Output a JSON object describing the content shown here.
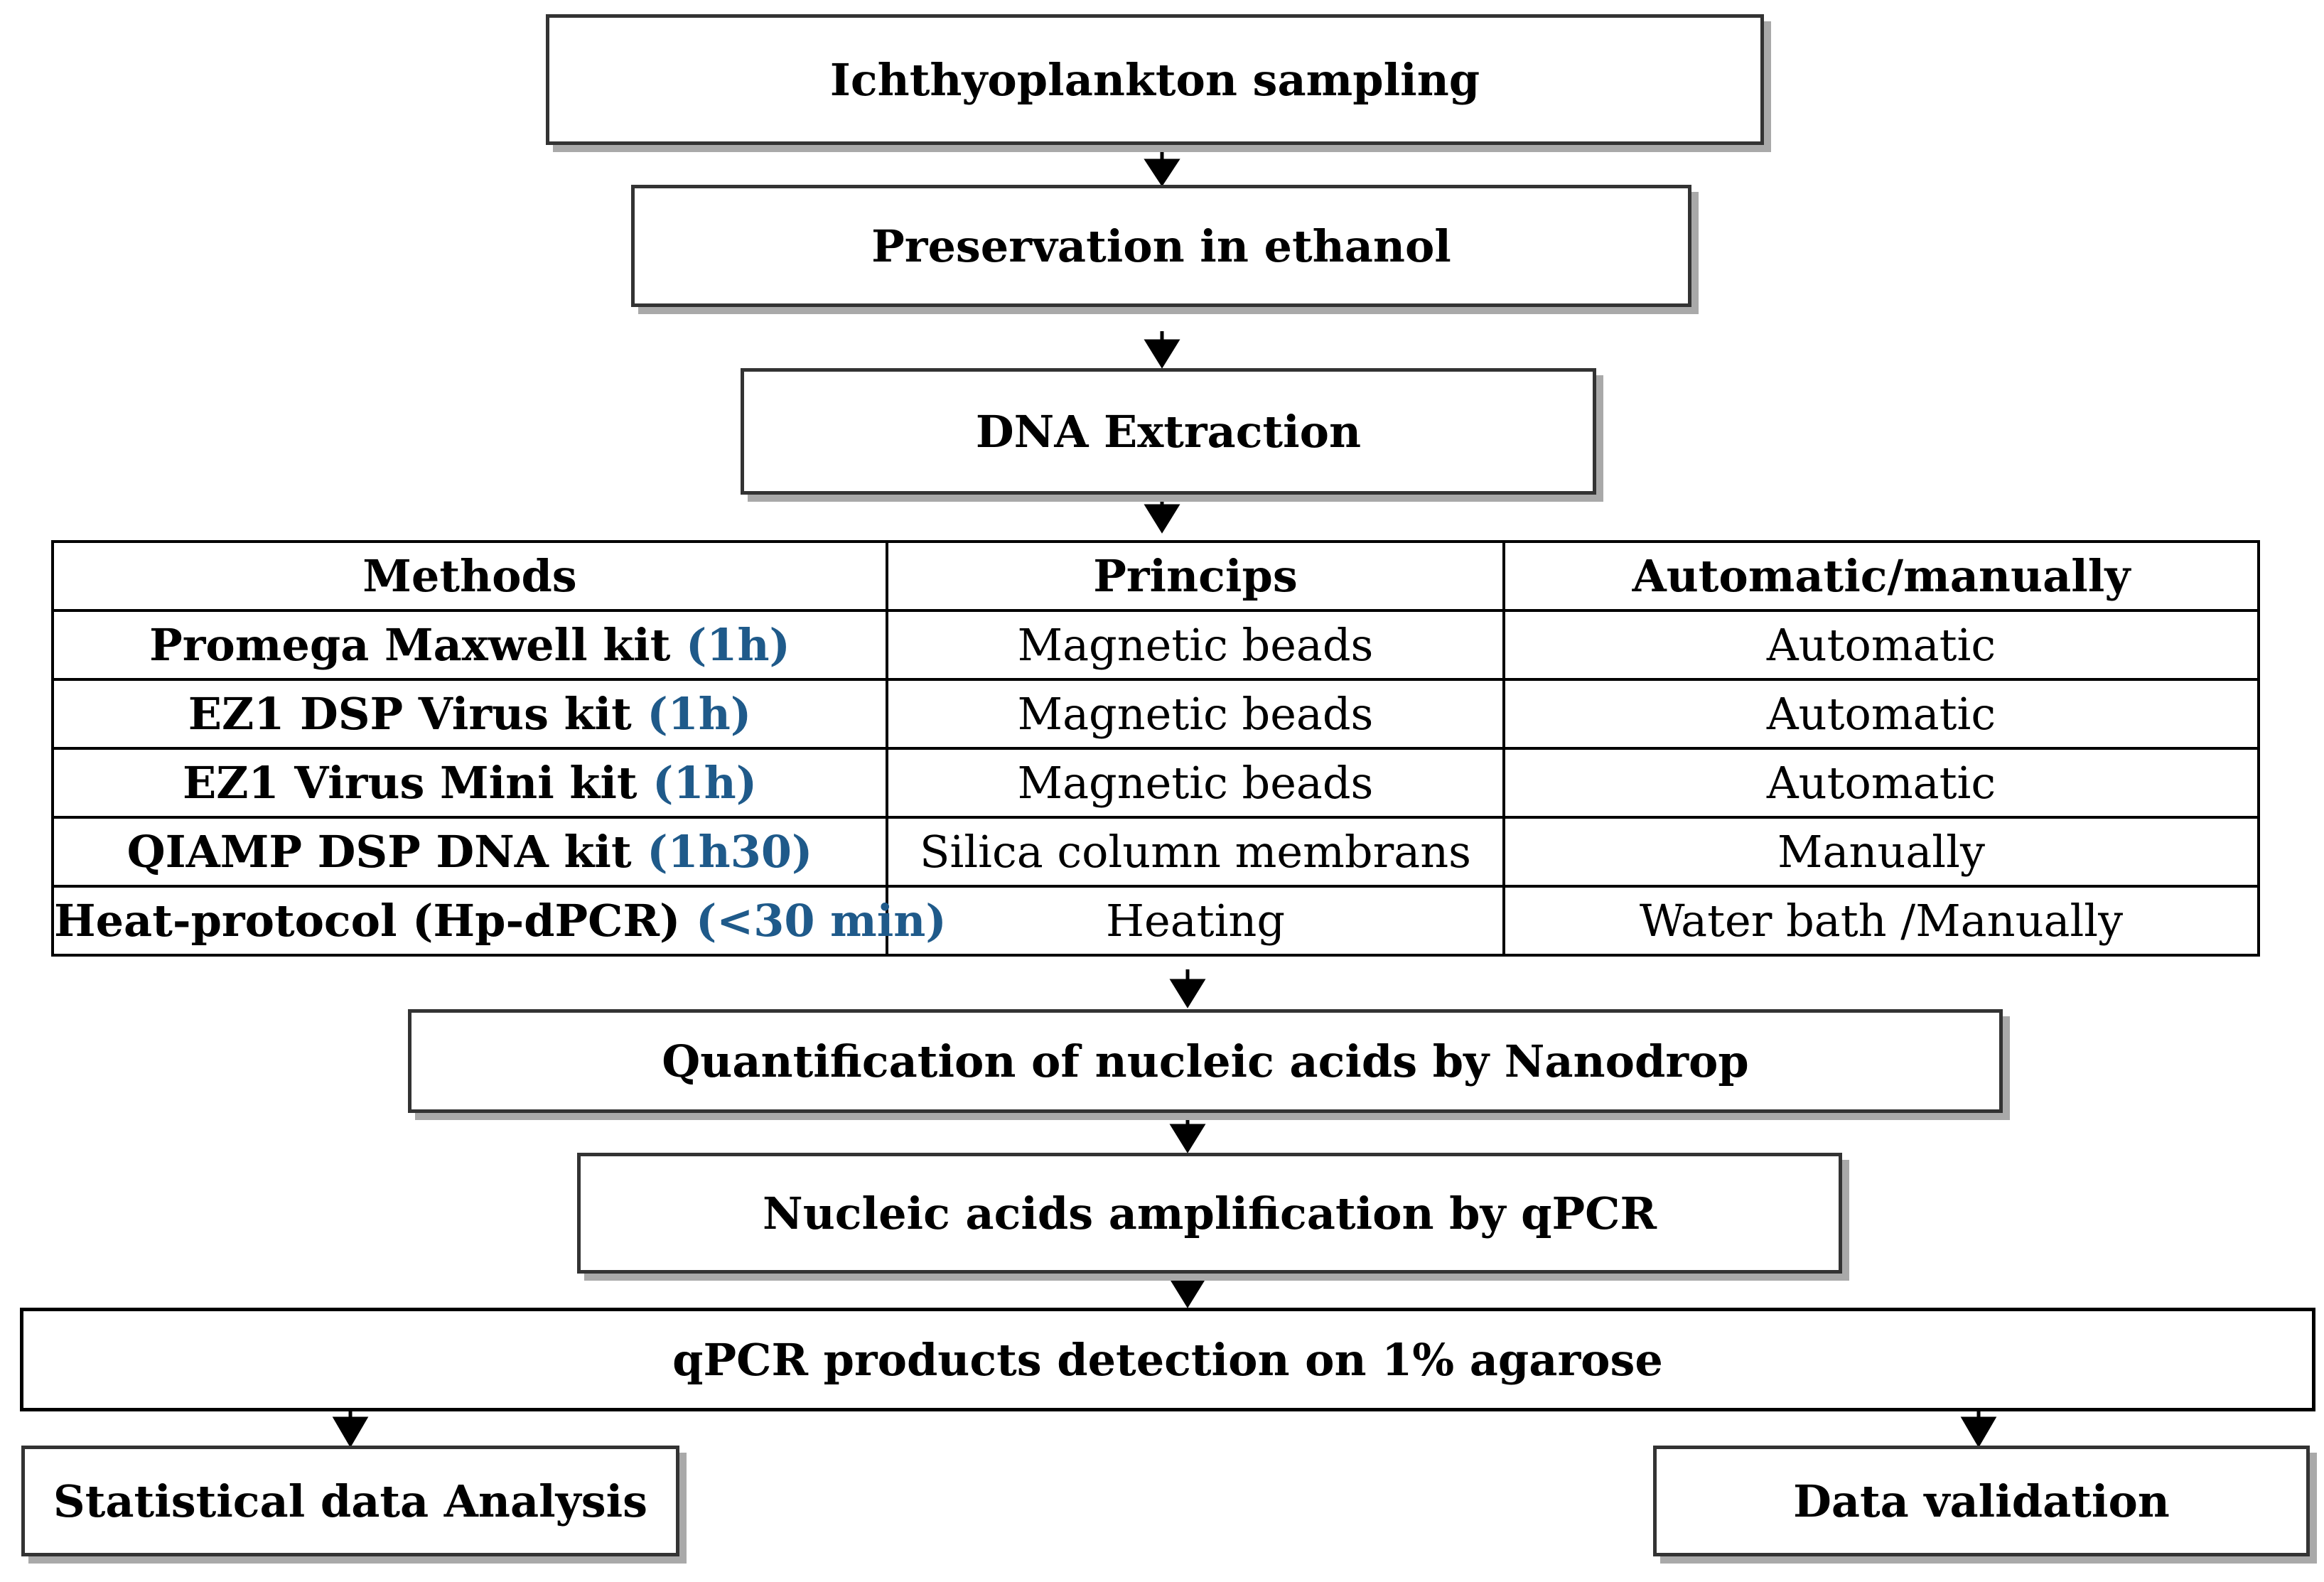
{
  "flow": {
    "step1": "Ichthyoplankton sampling",
    "step2": "Preservation in ethanol",
    "step3": "DNA Extraction",
    "step4": "Quantification of nucleic acids by Nanodrop",
    "step5": "Nucleic acids amplification by qPCR",
    "step6": "qPCR products detection on 1% agarose",
    "step7a": "Statistical data Analysis",
    "step7b": "Data validation"
  },
  "table": {
    "headers": [
      "Methods",
      "Princips",
      "Automatic/manually"
    ],
    "rows": [
      {
        "method": "Promega Maxwell kit",
        "duration": "(1h)",
        "principle": "Magnetic beads",
        "mode": "Automatic"
      },
      {
        "method": "EZ1 DSP Virus kit",
        "duration": "(1h)",
        "principle": "Magnetic beads",
        "mode": "Automatic"
      },
      {
        "method": "EZ1 Virus Mini kit",
        "duration": "(1h)",
        "principle": "Magnetic beads",
        "mode": "Automatic"
      },
      {
        "method": "QIAMP DSP DNA kit",
        "duration": "(1h30)",
        "principle": "Silica column membrans",
        "mode": "Manually"
      },
      {
        "method": "Heat-protocol (Hp-dPCR)",
        "duration": "(<30 min)",
        "principle": "Heating",
        "mode": "Water bath /Manually"
      }
    ]
  },
  "colors": {
    "duration_text": "#1f5a8a",
    "border": "#333333",
    "shadow": "#a9a9a9"
  }
}
